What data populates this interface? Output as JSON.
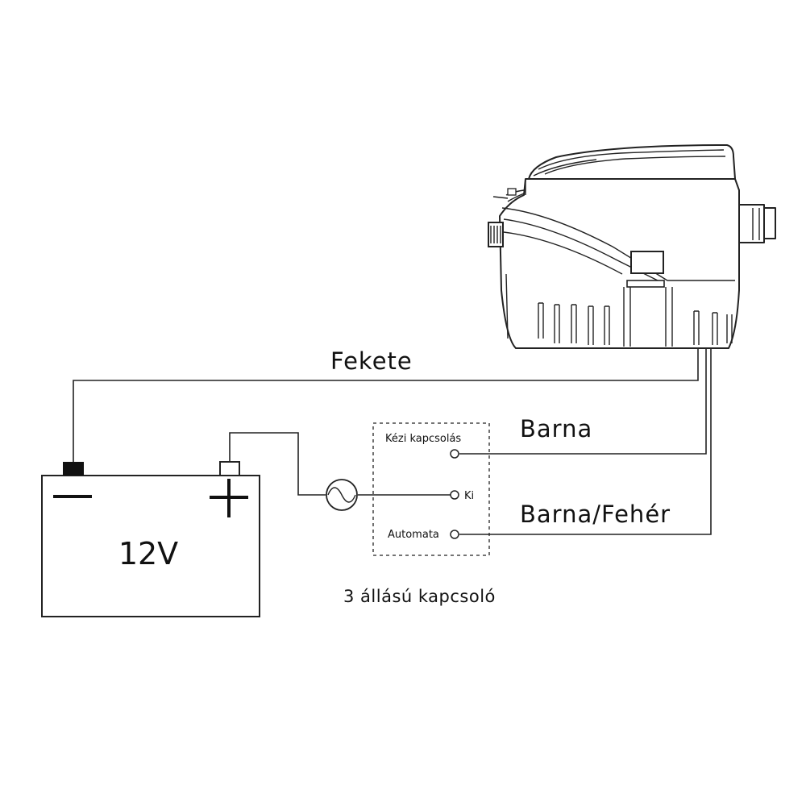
{
  "labels": {
    "black_wire": "Fekete",
    "brown_wire": "Barna",
    "brown_white_wire": "Barna/Fehér",
    "battery_voltage": "12V",
    "switch_caption": "3 állású kapcsoló"
  },
  "switch": {
    "positions": [
      {
        "label": "Kézi kapcsolás"
      },
      {
        "label": "Ki"
      },
      {
        "label": "Automata"
      }
    ]
  }
}
